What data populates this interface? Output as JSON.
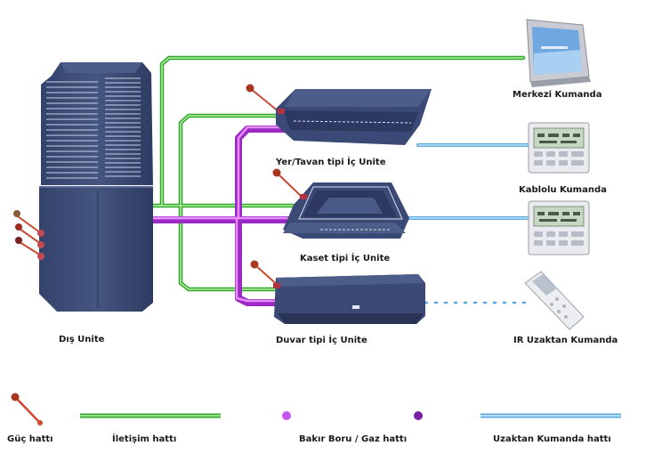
{
  "labels": {
    "outdoor_unit": "Dış Unite",
    "ceiling_unit": "Yer/Tavan tipi İç Unite",
    "cassette_unit": "Kaset tipi İç Unite",
    "wall_unit": "Duvar tipi İç Unite",
    "central_control": "Merkezi Kumanda",
    "wired_control": "Kablolu Kumanda",
    "ir_remote": "IR Uzaktan Kumanda"
  },
  "legend": {
    "power_line": "Güç hattı",
    "communication_line": "İletişim hattı",
    "refrigerant_pipe": "Bakır Boru / Gaz hattı",
    "remote_line": "Uzaktan Kumanda hattı"
  },
  "colors": {
    "unit_body": "#3b4a75",
    "unit_dark": "#2c3860",
    "power_line": "#c84a30",
    "communication_line": "#33c02a",
    "refrigerant_pipe": "#a030c8",
    "remote_line": "#62b4e0"
  }
}
